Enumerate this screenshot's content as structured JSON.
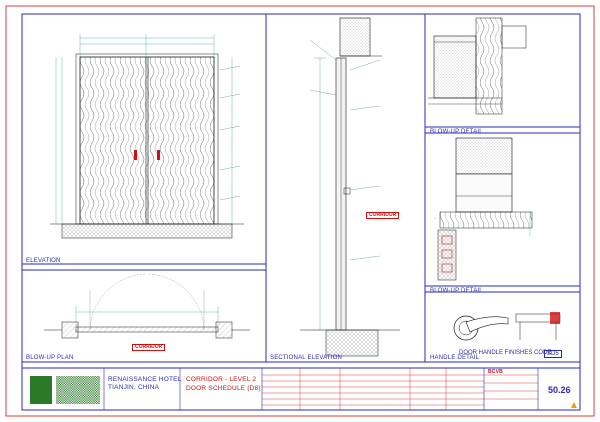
{
  "drawing": {
    "views": {
      "elevation": "ELEVATION",
      "plan": "BLOW-UP PLAN",
      "section": "SECTIONAL ELEVATION",
      "blowup_top": "BLOW-UP DETAIL",
      "blowup_mid": "BLOW-UP DETAIL",
      "handle": "HANDLE DETAIL"
    },
    "tags": {
      "corridor_plan": "CORRIDOR",
      "corridor_section": "CORRIDOR"
    },
    "handle_caption": "DOOR HANDLE FINISHES CODE",
    "handle_code": "SD5"
  },
  "title_block": {
    "project_line1": "RENAISSANCE HOTEL",
    "project_line2": "TIANJIN, CHINA",
    "title_line1": "CORRIDOR  -  LEVEL 2",
    "title_line2": "DOOR SCHEDULE (D8)",
    "sheet_number": "50.26",
    "code_badge": "BCVB"
  },
  "palette": {
    "frame": "#2a2ab8",
    "outer": "#d01010",
    "linework": "#1a1a1a",
    "annotation": "#2a7a2a",
    "dim": "#2a9a9a"
  }
}
